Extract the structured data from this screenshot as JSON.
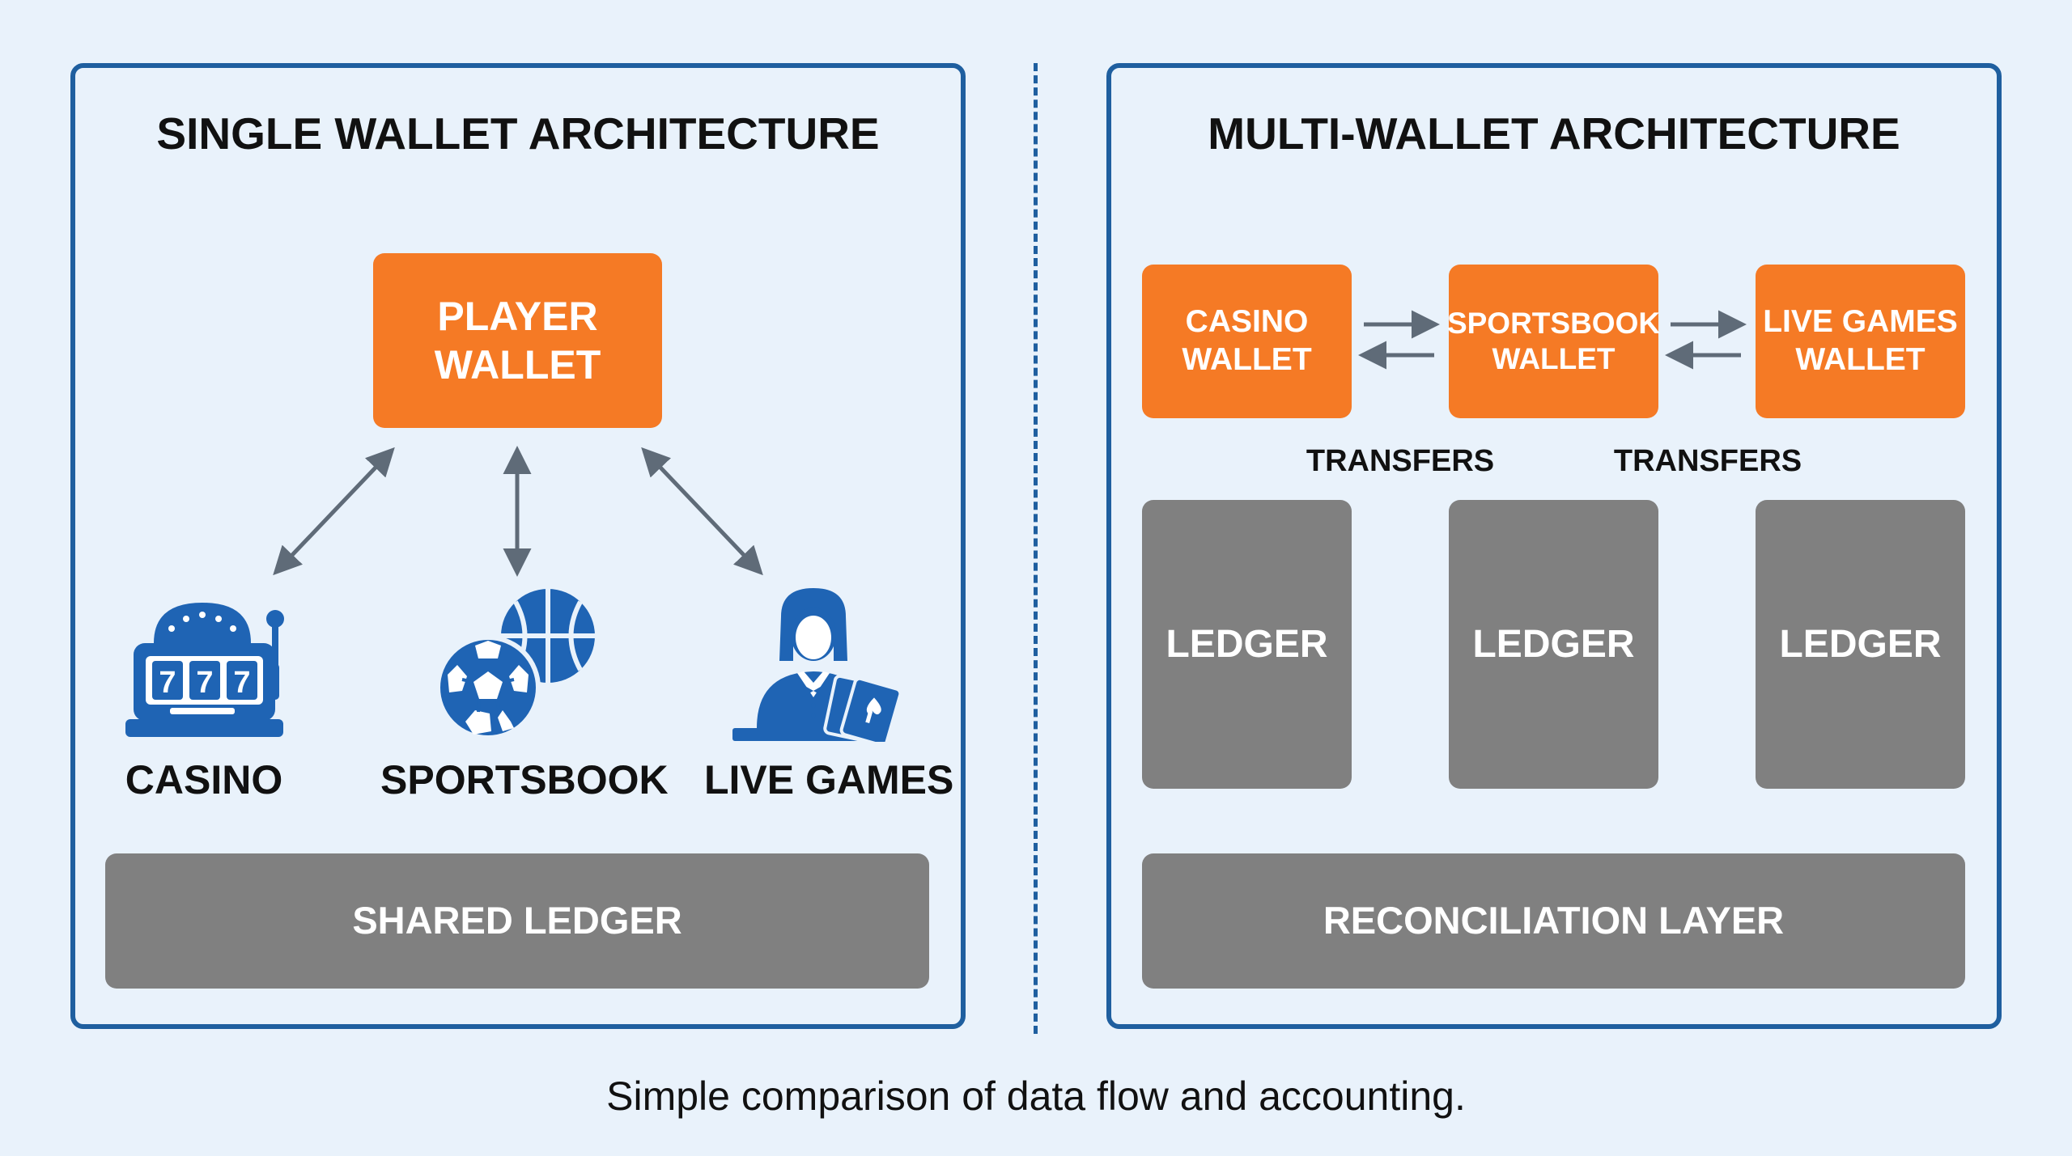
{
  "left_panel": {
    "title": "SINGLE WALLET ARCHITECTURE",
    "player_wallet": "PLAYER\nWALLET",
    "services": [
      {
        "label": "CASINO",
        "icon": "slot-machine-icon"
      },
      {
        "label": "SPORTSBOOK",
        "icon": "sports-balls-icon"
      },
      {
        "label": "LIVE GAMES",
        "icon": "live-dealer-icon"
      }
    ],
    "shared_ledger": "SHARED LEDGER"
  },
  "right_panel": {
    "title": "MULTI-WALLET ARCHITECTURE",
    "wallets": [
      {
        "label": "CASINO\nWALLET"
      },
      {
        "label": "SPORTSBOOK\nWALLET"
      },
      {
        "label": "LIVE GAMES\nWALLET"
      }
    ],
    "transfers": [
      "TRANSFERS",
      "TRANSFERS"
    ],
    "ledgers": [
      "LEDGER",
      "LEDGER",
      "LEDGER"
    ],
    "reconciliation": "RECONCILIATION LAYER"
  },
  "caption": "Simple comparison of data flow and accounting.",
  "colors": {
    "frame_blue": "#1f5f9f",
    "icon_blue": "#1f64b4",
    "wallet_orange": "#f57a25",
    "ledger_gray": "#808080",
    "arrow_gray": "#5f6b78",
    "background": "#e9f2fb"
  }
}
